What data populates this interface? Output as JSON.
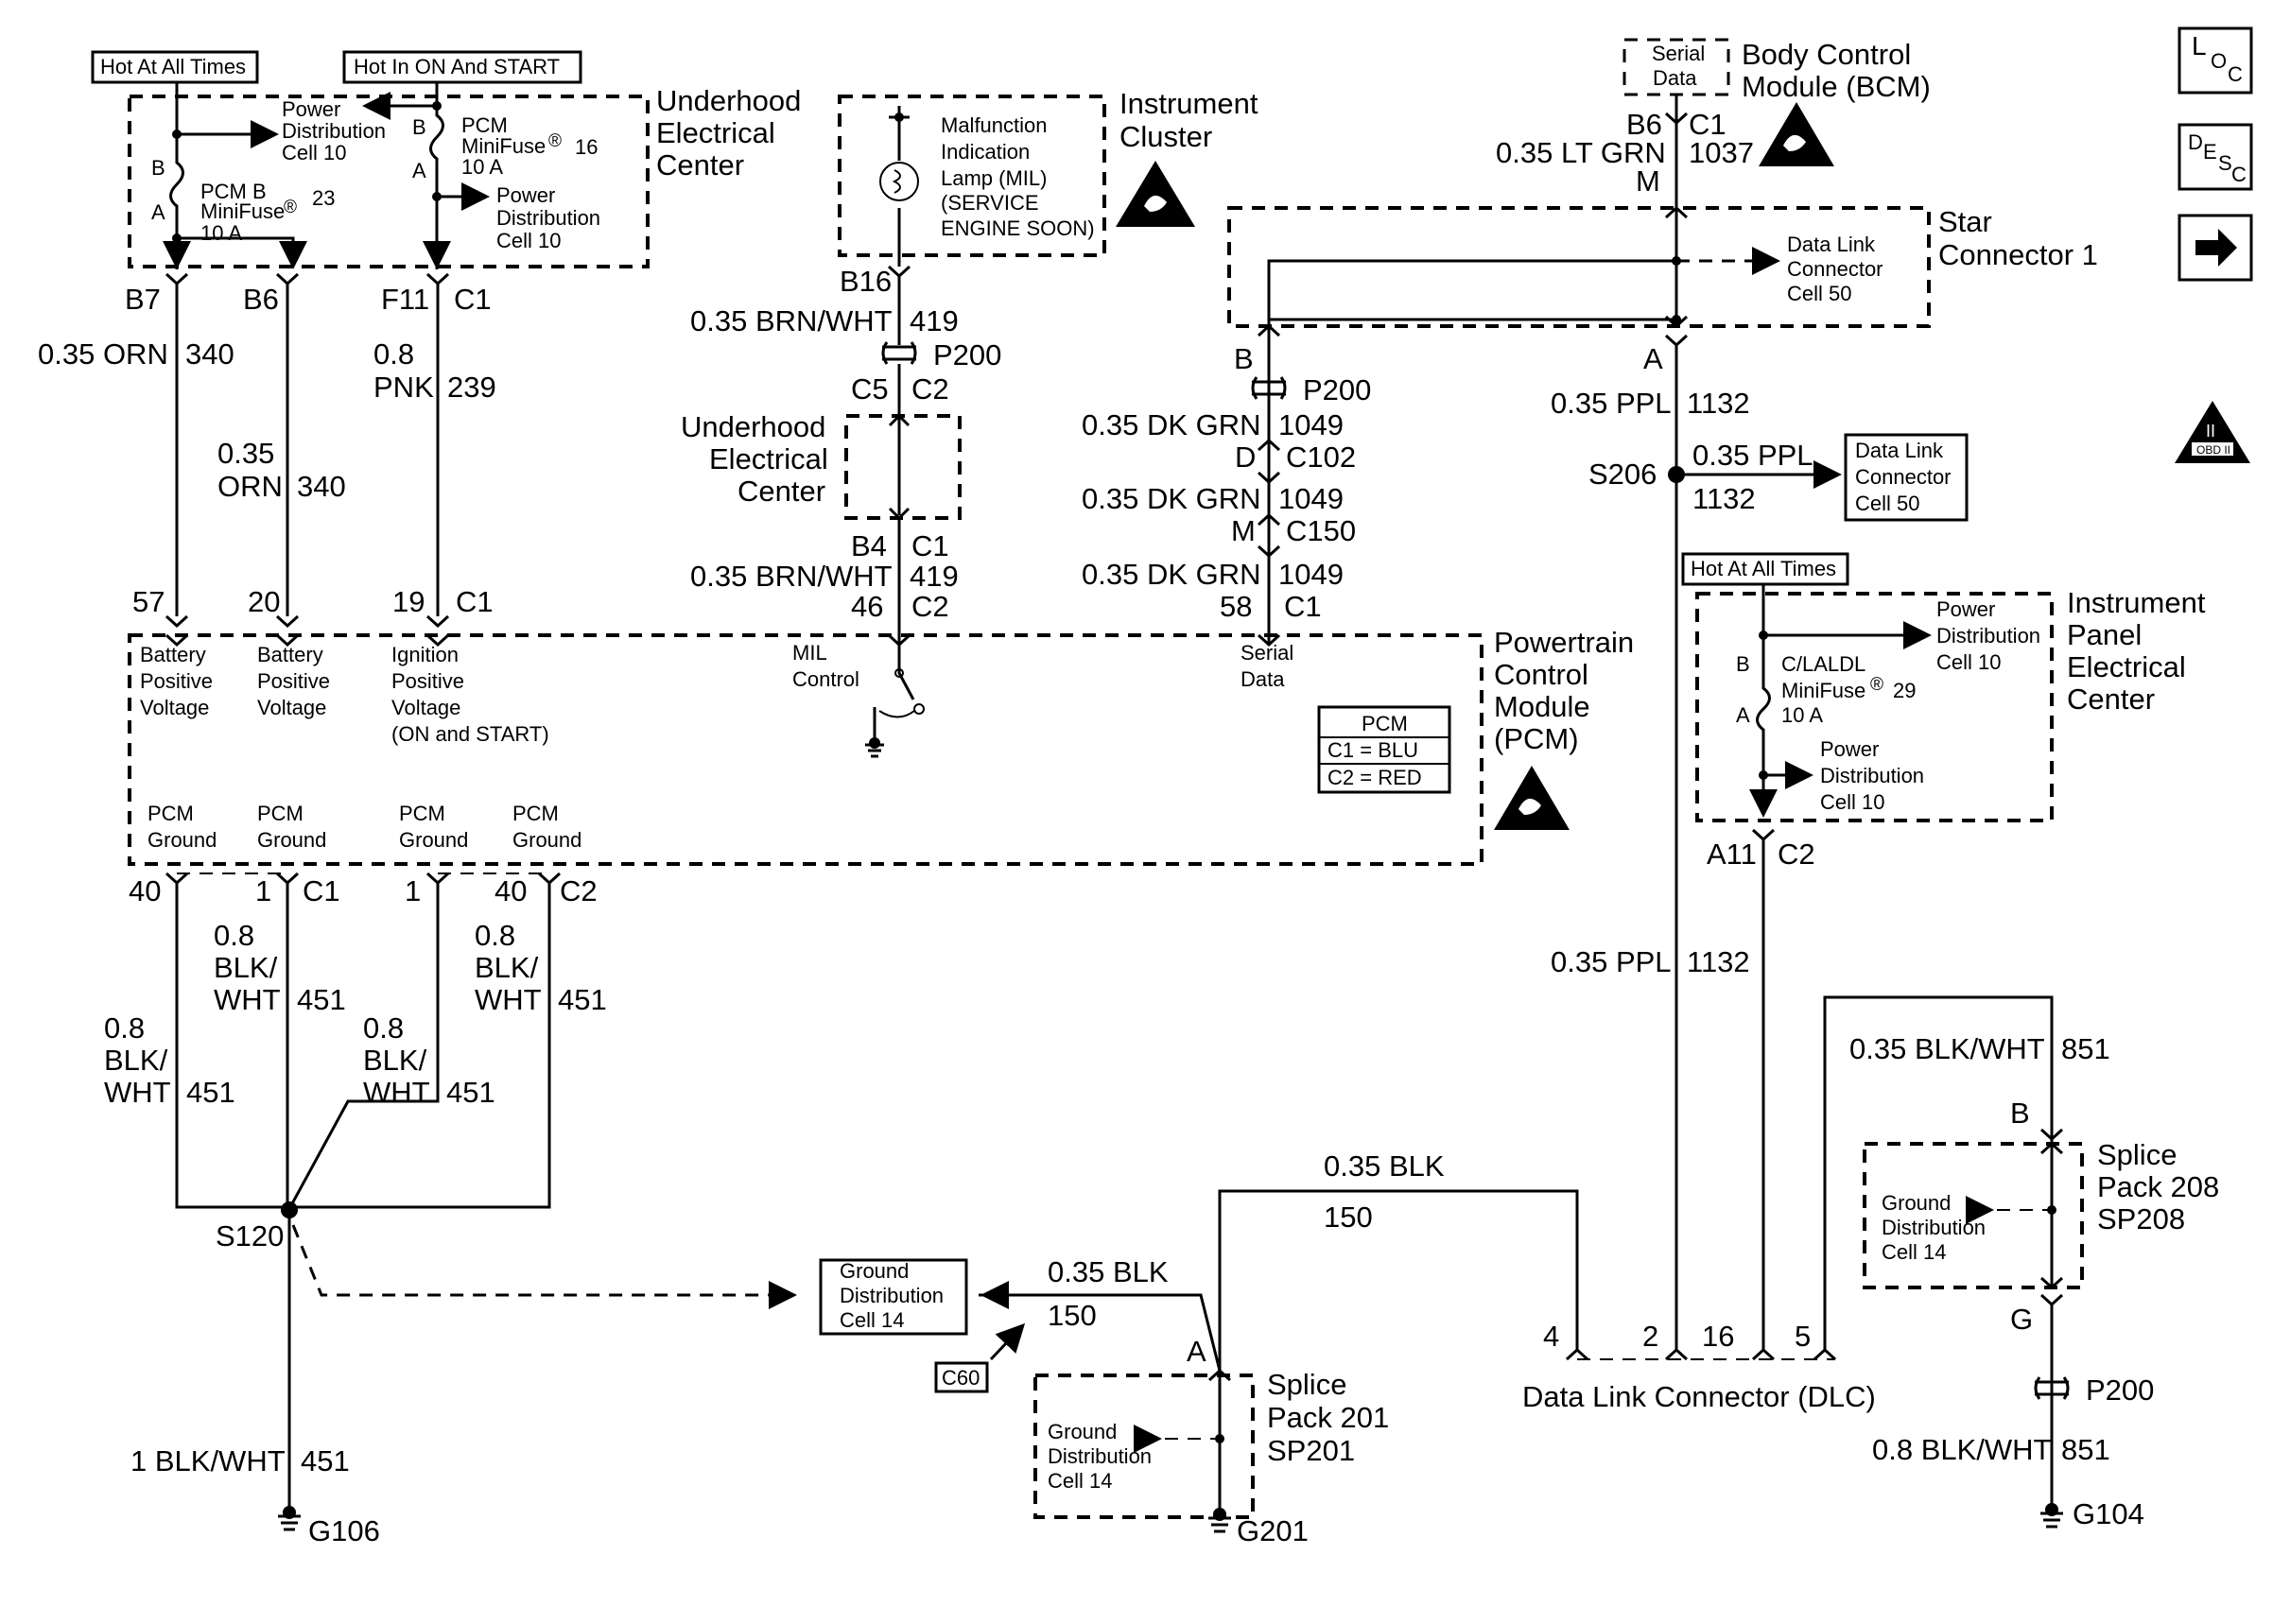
{
  "title": {
    "bcm_line1": "Body Control",
    "bcm_line2": "Module (BCM)"
  },
  "nav_icons": {
    "loc": "L O C",
    "desc": "D E S C",
    "next": "arrow-right-icon",
    "obd": "OBD II"
  },
  "banners": {
    "hot_all_times": "Hot At All Times",
    "hot_on_start": "Hot In ON And START",
    "hot_all_times_ip": "Hot At All Times"
  },
  "uec": {
    "title": [
      "Underhood",
      "Electrical",
      "Center"
    ],
    "fuse1": {
      "name": [
        "PCM B",
        "MiniFuse",
        "10 A"
      ],
      "num": "23",
      "b": "B",
      "a": "A"
    },
    "fuse2": {
      "name": [
        "PCM",
        "MiniFuse",
        "10 A"
      ],
      "num": "16",
      "b": "B",
      "a": "A"
    },
    "pd1": [
      "Power",
      "Distribution",
      "Cell 10"
    ],
    "pd2": [
      "Power",
      "Distribution",
      "Cell 10"
    ],
    "pins": {
      "b7": "B7",
      "b6": "B6",
      "f11": "F11",
      "c1": "C1"
    }
  },
  "uec2": {
    "title": [
      "Underhood",
      "Electrical",
      "Center"
    ]
  },
  "wires": {
    "w340a": {
      "gauge": "0.35 ORN",
      "num": "340"
    },
    "w340b": {
      "gauge": [
        "0.35",
        "ORN"
      ],
      "num": "340"
    },
    "w239": {
      "gauge": [
        "0.8",
        "PNK"
      ],
      "num": "239"
    },
    "w419a": {
      "gauge": "0.35 BRN/WHT",
      "num": "419"
    },
    "w419b": {
      "gauge": "0.35 BRN/WHT",
      "num": "419"
    },
    "w1049a": {
      "gauge": "0.35 DK GRN",
      "num": "1049"
    },
    "w1049b": {
      "gauge": "0.35 DK GRN",
      "num": "1049"
    },
    "w1049c": {
      "gauge": "0.35 DK GRN",
      "num": "1049"
    },
    "w1037": {
      "gauge": "0.35 LT GRN",
      "num": "1037"
    },
    "w1132a": {
      "gauge": "0.35 PPL",
      "num": "1132"
    },
    "w1132b": {
      "gauge": "0.35 PPL",
      "num": "1132"
    },
    "w1132c": {
      "gauge": "0.35 PPL",
      "num": "1132"
    },
    "w451a": {
      "gauge": [
        "0.8",
        "BLK/",
        "WHT"
      ],
      "num": "451"
    },
    "w451b": {
      "gauge": [
        "0.8",
        "BLK/",
        "WHT"
      ],
      "num": "451"
    },
    "w451c": {
      "gauge": [
        "0.8",
        "BLK/",
        "WHT"
      ],
      "num": "451"
    },
    "w451d": {
      "gauge": [
        "0.8",
        "BLK/",
        "WHT"
      ],
      "num": "451"
    },
    "w451e": {
      "gauge": "1 BLK/WHT",
      "num": "451"
    },
    "w150a": {
      "gauge": "0.35 BLK",
      "num": "150"
    },
    "w150b": {
      "gauge": "0.35 BLK",
      "num": "150"
    },
    "w851a": {
      "gauge": "0.35 BLK/WHT",
      "num": "851"
    },
    "w851b": {
      "gauge": "0.8 BLK/WHT",
      "num": "851"
    }
  },
  "cluster": {
    "title": [
      "Instrument",
      "Cluster"
    ],
    "mil": [
      "Malfunction",
      "Indication",
      "Lamp (MIL)",
      "(SERVICE",
      "ENGINE SOON)"
    ],
    "pin": "B16"
  },
  "connectors": {
    "p200a": "P200",
    "p200b": "P200",
    "p200c": "P200",
    "c5": "C5",
    "c2a": "C2",
    "b4": "B4",
    "c1a": "C1",
    "n46": "46",
    "c2b": "C2",
    "pin_b": "B",
    "pin_d": "D",
    "c102": "C102",
    "pin_m": "M",
    "c150": "C150",
    "n58": "58",
    "c1b": "C1",
    "n57": "57",
    "n20": "20",
    "n19": "19",
    "c1c": "C1",
    "n40a": "40",
    "n1a": "1",
    "c1d": "C1",
    "n1b": "1",
    "n40b": "40",
    "c2c": "C2",
    "bcm_b6": "B6",
    "bcm_c1": "C1",
    "bcm_m": "M",
    "star_a": "A",
    "a11": "A11",
    "c2d": "C2",
    "dlc4": "4",
    "dlc2": "2",
    "dlc16": "16",
    "dlc5": "5",
    "sp201_a": "A",
    "sp208_b": "B",
    "sp208_g": "G"
  },
  "bcm": {
    "serial": [
      "Serial",
      "Data"
    ]
  },
  "star": {
    "title": [
      "Star",
      "Connector 1"
    ],
    "dlc_ref": [
      "Data Link",
      "Connector",
      "Cell 50"
    ]
  },
  "splices": {
    "s206": "S206",
    "s120": "S120"
  },
  "dlc_box": [
    "Data Link",
    "Connector",
    "Cell 50"
  ],
  "ipec": {
    "title": [
      "Instrument",
      "Panel",
      "Electrical",
      "Center"
    ],
    "fuse": {
      "name": [
        "C/LALDL",
        "MiniFuse",
        "10 A"
      ],
      "num": "29",
      "b": "B",
      "a": "A"
    },
    "pd1": [
      "Power",
      "Distribution",
      "Cell 10"
    ],
    "pd2": [
      "Power",
      "Distribution",
      "Cell 10"
    ]
  },
  "pcm": {
    "title": [
      "Powertrain",
      "Control",
      "Module",
      "(PCM)"
    ],
    "labels": {
      "bat1": [
        "Battery",
        "Positive",
        "Voltage"
      ],
      "bat2": [
        "Battery",
        "Positive",
        "Voltage"
      ],
      "ign": [
        "Ignition",
        "Positive",
        "Voltage",
        "(ON and START)"
      ],
      "mil": [
        "MIL",
        "Control"
      ],
      "serial": [
        "Serial",
        "Data"
      ],
      "gnd1": [
        "PCM",
        "Ground"
      ],
      "gnd2": [
        "PCM",
        "Ground"
      ],
      "gnd3": [
        "PCM",
        "Ground"
      ],
      "gnd4": [
        "PCM",
        "Ground"
      ]
    },
    "legend": {
      "head": "PCM",
      "c1": "C1 = BLU",
      "c2": "C2 = RED"
    }
  },
  "ground_dist": {
    "box": [
      "Ground",
      "Distribution",
      "Cell 14"
    ],
    "sp201": [
      "Ground",
      "Distribution",
      "Cell 14"
    ],
    "sp208": [
      "Ground",
      "Distribution",
      "Cell 14"
    ]
  },
  "sp201": {
    "title": [
      "Splice",
      "Pack 201",
      "SP201"
    ]
  },
  "sp208": {
    "title": [
      "Splice",
      "Pack 208",
      "SP208"
    ]
  },
  "c60": "C60",
  "dlc_label": "Data Link Connector (DLC)",
  "grounds": {
    "g106": "G106",
    "g201": "G201",
    "g104": "G104"
  }
}
